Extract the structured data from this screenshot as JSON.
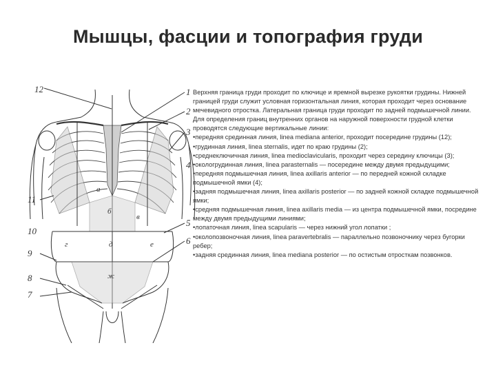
{
  "slide": {
    "title": "Мышцы, фасции и топография груди"
  },
  "figure": {
    "labels_numbers": [
      "12",
      "1",
      "2",
      "3",
      "4",
      "5",
      "6",
      "7",
      "8",
      "9",
      "10",
      "11"
    ],
    "labels_letters": [
      "а",
      "б",
      "в",
      "г",
      "д",
      "е",
      "ж"
    ]
  },
  "text": {
    "paragraph1": "Верхняя граница груди проходит по ключице и яремной вырезке рукоятки грудины. Нижней границей груди служит условная горизонтальная линия, которая проходит через основание мечевидного отростка. Латеральная граница груди проходит по задней подмышечной линии.",
    "paragraph2": "Для определения границ внутренних органов на наружной поверхности грудной клетки проводятся следующие вертикальные линии:",
    "items": [
      "•передняя срединная линия, linea mediana anterior, проходит посередине грудины (12);",
      "•грудинная линия, linea sternalis, идет по краю грудины (2);",
      "•среднеключичная линия, linea medioclavicularis, проходит через середину ключицы (3);",
      "•окологрудинная линия, linea parasternalis — посередине между двумя предыдущими;",
      "•передняя подмышечная линия, linea axillaris anterior — по передней кожной складке подмышечной ямки (4);",
      "•задняя подмышечная линия, linea axillaris posterior — по задней кожной складке подмышечной ямки;",
      "•средняя подмышечная линия, linea axillaris media — из центра подмышечной ямки, посредине между двумя предыдущими линиями;",
      "•лопаточная линия, linea scapularis — через нижний угол лопатки ;",
      "•околопозвоночная линия, linea paravertebralis — параллельно позвоночнику через бугорки ребер;",
      "•задняя срединная линия, linea mediana posterior — по остистым отросткам позвонков."
    ]
  }
}
